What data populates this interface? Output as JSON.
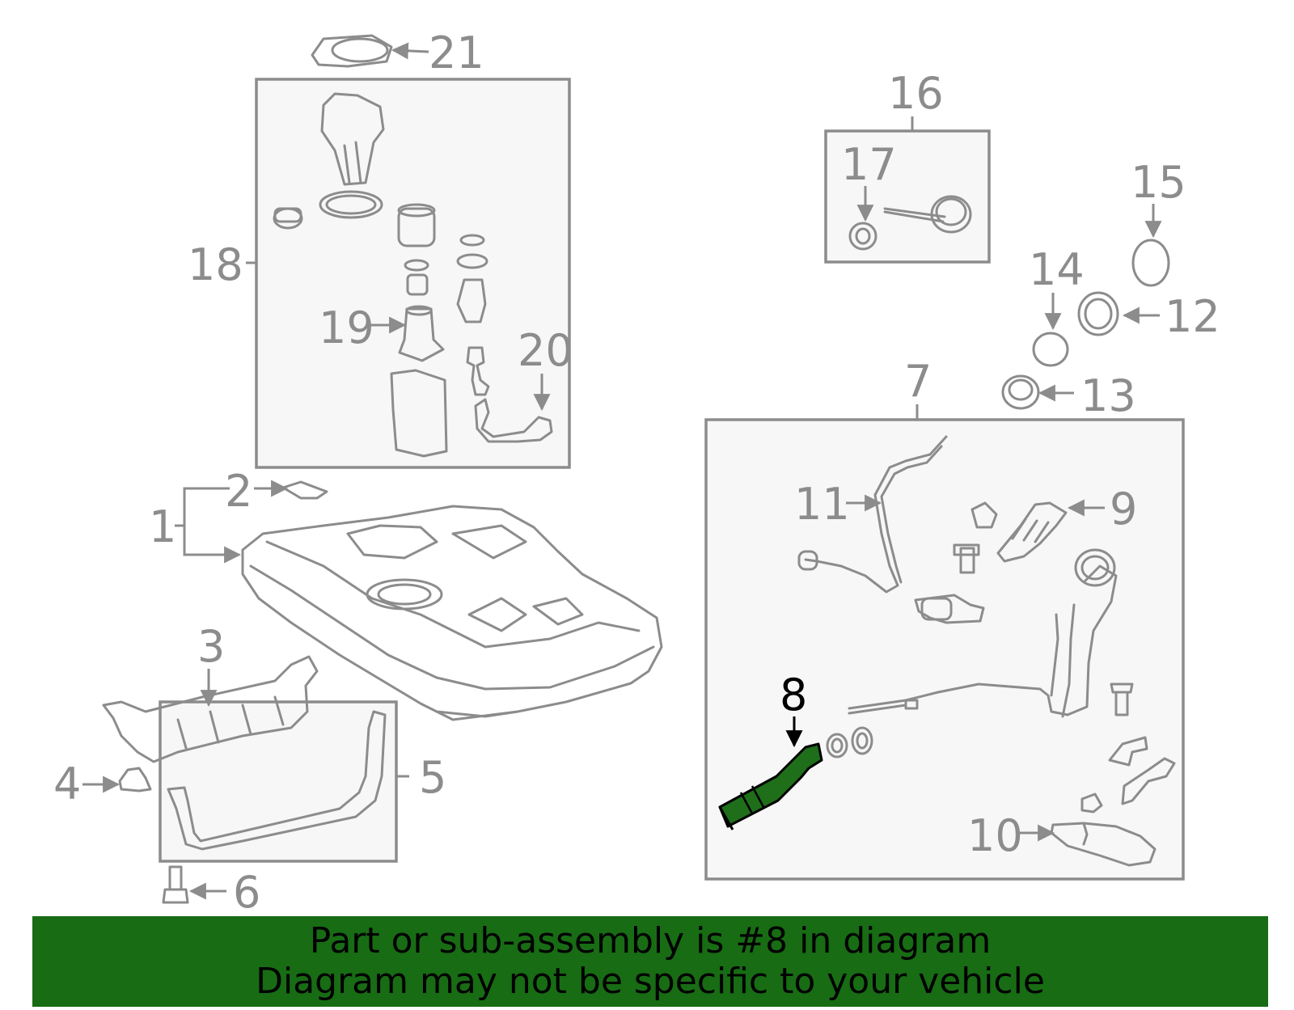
{
  "diagram": {
    "callouts": [
      "1",
      "2",
      "3",
      "4",
      "5",
      "6",
      "7",
      "8",
      "9",
      "10",
      "11",
      "12",
      "13",
      "14",
      "15",
      "16",
      "17",
      "18",
      "19",
      "20",
      "21"
    ],
    "highlighted_callout": "8",
    "colors": {
      "line": "#8c8c8c",
      "box_fill": "#f7f7f7",
      "highlight_part": "#1e6e1a",
      "banner": "#186c14"
    }
  },
  "banner": {
    "line1": "Part or sub-assembly is #8 in diagram",
    "line2": "Diagram may not be specific to your vehicle"
  }
}
